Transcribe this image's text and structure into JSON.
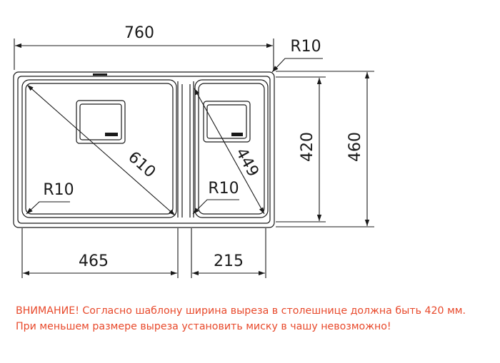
{
  "dimensions": {
    "overall_width": "760",
    "corner_radius_outer": "R10",
    "inner_height": "420",
    "overall_height": "460",
    "diagonal_large": "610",
    "diagonal_small": "449",
    "radius_large_bowl": "R10",
    "radius_small_bowl": "R10",
    "large_bowl_width": "465",
    "small_bowl_width": "215"
  },
  "notice": {
    "line1": "ВНИМАНИЕ! Согласно шаблону ширина выреза в столешнице должна быть 420 мм.",
    "line2": "При меньшем размере выреза установить миску в чашу невозможно!"
  },
  "colors": {
    "line": "#1a1a1a",
    "notice_text": "#e8492b"
  }
}
